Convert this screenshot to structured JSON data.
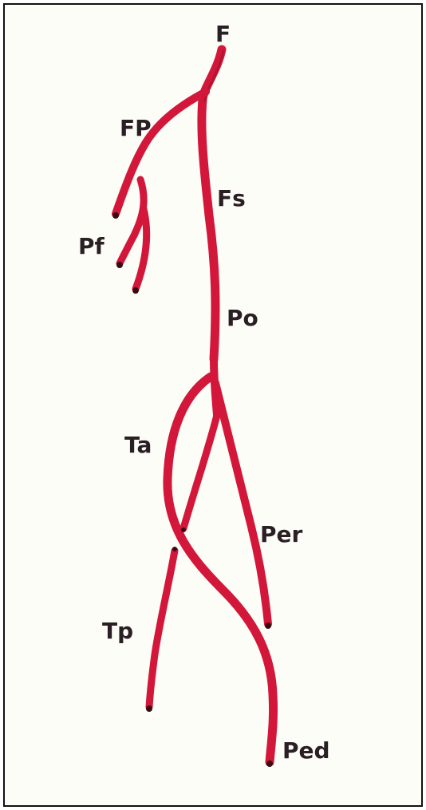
{
  "diagram": {
    "labels": {
      "F": "F",
      "FP": "FP",
      "Fs": "Fs",
      "Pf": "Pf",
      "Po": "Po",
      "Ta": "Ta",
      "Per": "Per",
      "Tp": "Tp",
      "Ped": "Ped"
    },
    "colors": {
      "vessel": "#d3173a",
      "background": "#fdfdf8",
      "ink": "#2a1f24"
    }
  }
}
